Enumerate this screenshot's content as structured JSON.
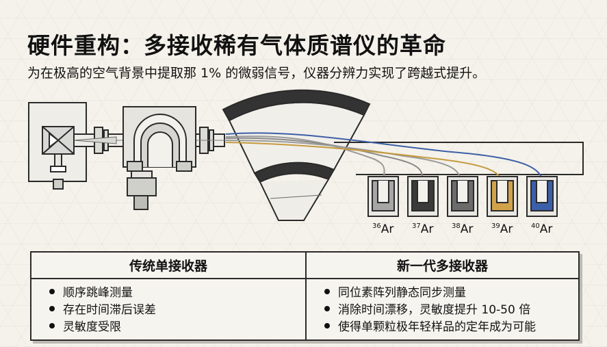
{
  "header": {
    "title": "硬件重构：多接收稀有气体质谱仪的革命",
    "subtitle": "为在极高的空气背景中提取那 1% 的微弱信号，仪器分辨力实现了跨越式提升。"
  },
  "diagram": {
    "colors": {
      "frame": "#2a2a2a",
      "beam_neutral": "#9a9a9a",
      "beam_gold": "#c59a3e",
      "beam_blue": "#3d5ea8",
      "cup_36": "#a6a6a6",
      "cup_37": "#3a3a3a",
      "cup_38": "#6b6b6b",
      "cup_39": "#d2a24a",
      "cup_40": "#3b5fa8"
    },
    "detectors": [
      {
        "mass": "36",
        "element": "Ar"
      },
      {
        "mass": "37",
        "element": "Ar"
      },
      {
        "mass": "38",
        "element": "Ar"
      },
      {
        "mass": "39",
        "element": "Ar"
      },
      {
        "mass": "40",
        "element": "Ar"
      }
    ]
  },
  "comparison": {
    "left": {
      "heading": "传统单接收器",
      "items": [
        "顺序跳峰测量",
        "存在时间滞后误差",
        "灵敏度受限"
      ]
    },
    "right": {
      "heading": "新一代多接收器",
      "items": [
        "同位素阵列静态同步测量",
        "消除时间漂移，灵敏度提升 10-50 倍",
        "使得单颗粒极年轻样品的定年成为可能"
      ]
    }
  }
}
